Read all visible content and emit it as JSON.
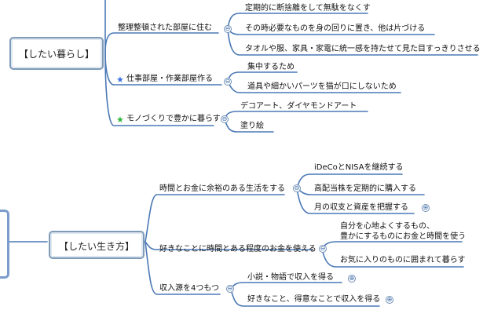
{
  "map": {
    "root1": {
      "label": "【したい暮らし】",
      "branches": [
        {
          "label": "整理整頓された部屋に住む",
          "children": [
            "定期的に断捨離をして無駄をなくす",
            "その時必要なものを身の回りに置き、他は片づける",
            "タオルや服、家具・家電に統一感を持たせて見た目すっきりさせる"
          ]
        },
        {
          "label": "仕事部屋・作業部屋作る",
          "icon": "blue-star-icon",
          "children": [
            "集中するため",
            "道具や細かいパーツを猫が口にしないため"
          ]
        },
        {
          "label": "モノづくりで豊かに暮らす",
          "icon": "green-star-icon",
          "children": [
            "デコアート、ダイヤモンドアート",
            "塗り絵"
          ]
        }
      ]
    },
    "root2": {
      "label": "【したい生き方】",
      "branches": [
        {
          "label": "時間とお金に余裕のある生活をする",
          "children": [
            "iDeCoとNISAを継続する",
            "高配当株を定期的に購入する",
            "月の収支と資産を把握する"
          ]
        },
        {
          "label": "好きなことに時間とある程度のお金を使える",
          "children": [
            "自分を心地よくするもの、",
            "豊かにするものにお金と時間を使う",
            "お気に入りのものに囲まれて暮らす"
          ]
        },
        {
          "label": "収入源を4つもつ",
          "children": [
            "小説・物語で収入を得る",
            "好きなこと、得意なことで収入を得る"
          ]
        }
      ]
    },
    "toggles": {
      "collapse": "⊖",
      "expand": "⊕"
    },
    "colors": {
      "line": "#4a78b5",
      "rootBorder": "#7f9bb8",
      "blueStar": "#3a6fe0",
      "greenStar": "#2db53a"
    }
  }
}
